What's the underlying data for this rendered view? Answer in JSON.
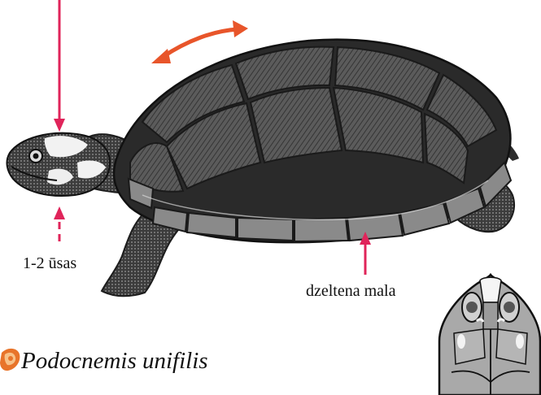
{
  "labels": {
    "barbels": "1-2 ūsas",
    "yellow_edge": "dzeltena mala",
    "species": "Podocnemis unifilis"
  },
  "colors": {
    "arrow": "#e0245a",
    "rotation_arrow": "#e8552a",
    "shell_dark": "#2a2a2a",
    "shell_scute": "#6e6e6e",
    "head_fill": "#a9a9a9",
    "logo": "#e8742a"
  },
  "icons": {
    "rotation": "curved-double-arrow-icon",
    "logo": "turtle-logo-icon"
  }
}
